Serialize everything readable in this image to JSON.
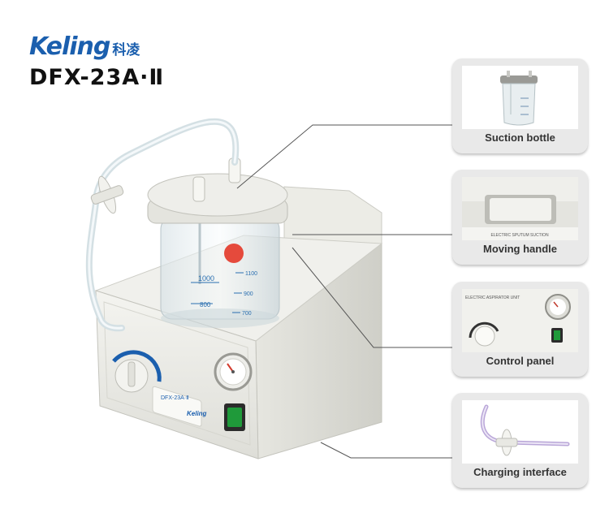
{
  "brand": {
    "name_latin": "Keling",
    "name_cjk": "科凌"
  },
  "model": "DFX-23A·Ⅱ",
  "device": {
    "bottle_scale": [
      "1100",
      "1000",
      "900",
      "800",
      "700"
    ],
    "control_label": "DFX-23A·Ⅱ"
  },
  "callouts": [
    {
      "label": "Suction bottle",
      "photo_icon": "suction-bottle-photo"
    },
    {
      "label": "Moving handle",
      "photo_icon": "moving-handle-photo",
      "photo_caption": "ELECTRIC SPUTUM SUCTION"
    },
    {
      "label": "Control panel",
      "photo_icon": "control-panel-photo",
      "photo_caption": "ELECTRIC ASPIRATOR UNIT"
    },
    {
      "label": "Charging interface",
      "photo_icon": "charging-interface-photo"
    }
  ],
  "colors": {
    "brand": "#1b5fae",
    "callout_bg": "#e9e9e9",
    "leader": "#555555",
    "switch": "#1f9a3a",
    "cap": "#e4e4de"
  }
}
